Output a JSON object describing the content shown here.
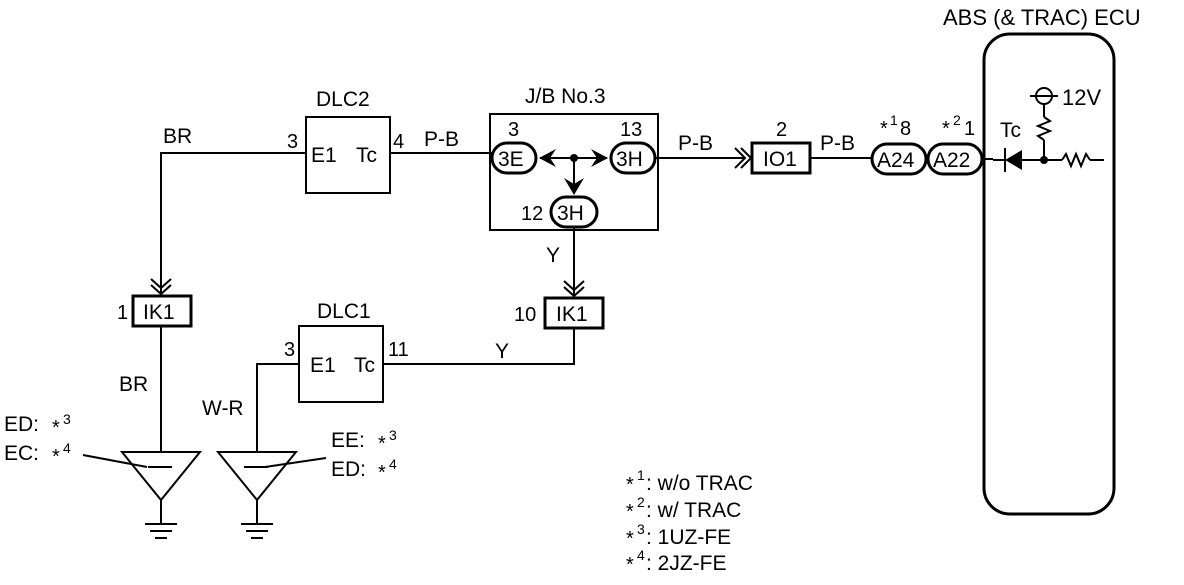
{
  "ecu": {
    "title": "ABS (& TRAC) ECU",
    "terminal": "Tc",
    "supply": "12V"
  },
  "dlc2": {
    "name": "DLC2",
    "pin_e1": "3",
    "pin_tc": "4",
    "e1": "E1",
    "tc": "Tc"
  },
  "dlc1": {
    "name": "DLC1",
    "pin_e1": "3",
    "pin_tc": "11",
    "e1": "E1",
    "tc": "Tc"
  },
  "jb": {
    "name": "J/B No.3",
    "left": {
      "pin": "3",
      "conn": "3E"
    },
    "right": {
      "pin": "13",
      "conn": "3H"
    },
    "bottom": {
      "pin": "12",
      "conn": "3H"
    }
  },
  "connectors": {
    "io1": {
      "pin": "2",
      "label": "IO1"
    },
    "ik1_left": {
      "pin": "1",
      "label": "IK1"
    },
    "ik1_mid": {
      "pin": "10",
      "label": "IK1"
    },
    "a24": {
      "star": "*",
      "mark": "1",
      "pin": "8",
      "label": "A24"
    },
    "a22": {
      "star": "*",
      "mark": "2",
      "pin": "1",
      "label": "A22"
    }
  },
  "wires": {
    "br_top": "BR",
    "br_bottom": "BR",
    "pb_1": "P-B",
    "pb_2": "P-B",
    "pb_3": "P-B",
    "y_1": "Y",
    "y_2": "Y",
    "wr": "W-R"
  },
  "grounds": {
    "left": {
      "line1": "ED: ",
      "mark1": "3",
      "line2": "EC: ",
      "mark2": "4"
    },
    "right": {
      "line1": "EE: ",
      "mark1": "3",
      "line2": "ED: ",
      "mark2": "4"
    }
  },
  "legend": [
    {
      "star": "*",
      "mark": "1",
      "text": ": w/o TRAC"
    },
    {
      "star": "*",
      "mark": "2",
      "text": ": w/ TRAC"
    },
    {
      "star": "*",
      "mark": "3",
      "text": ": 1UZ-FE"
    },
    {
      "star": "*",
      "mark": "4",
      "text": ": 2JZ-FE"
    }
  ]
}
